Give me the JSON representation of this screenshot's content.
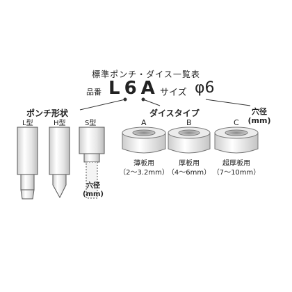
{
  "header": {
    "title": "標準ポンチ・ダイス一覧表",
    "hinban_label": "品番",
    "model_code": "L6A",
    "size_label": "サイズ",
    "size_value": "φ6"
  },
  "punch": {
    "section_title": "ポンチ形状",
    "types": [
      "L型",
      "H型",
      "S型"
    ]
  },
  "die": {
    "section_title": "ダイスタイプ",
    "items": [
      {
        "letter": "A",
        "name": "薄板用",
        "range": "（2～3.2mm）"
      },
      {
        "letter": "B",
        "name": "厚板用",
        "range": "（4～6mm）"
      },
      {
        "letter": "C",
        "name": "超厚板用",
        "range": "（7～10mm）"
      }
    ]
  },
  "hole_label": {
    "text": "穴径",
    "unit": "(mm)"
  },
  "hole_label_side": {
    "text": "穴径",
    "unit": "(mm)"
  }
}
